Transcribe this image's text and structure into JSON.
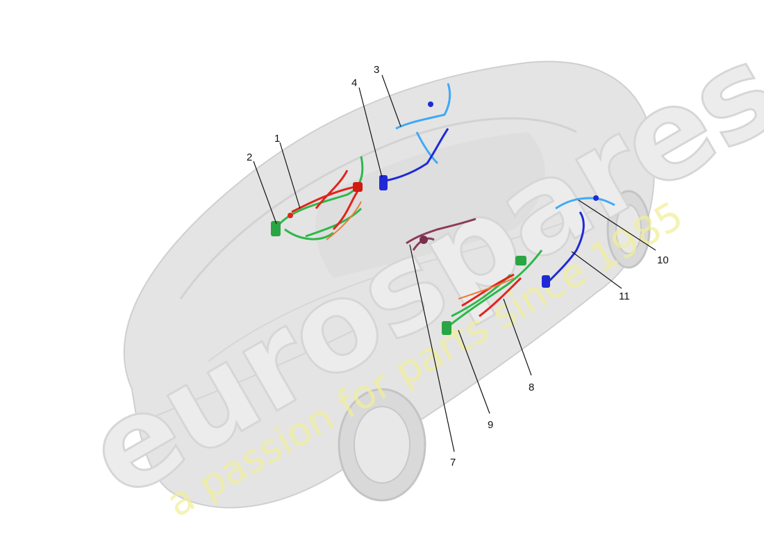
{
  "watermark": {
    "brand": "eurospares",
    "tagline": "a passion for parts since 1985"
  },
  "callouts": [
    {
      "id": "1",
      "label": "1"
    },
    {
      "id": "2",
      "label": "2"
    },
    {
      "id": "3",
      "label": "3"
    },
    {
      "id": "4",
      "label": "4"
    },
    {
      "id": "7",
      "label": "7"
    },
    {
      "id": "8",
      "label": "8"
    },
    {
      "id": "9",
      "label": "9"
    },
    {
      "id": "10",
      "label": "10"
    },
    {
      "id": "11",
      "label": "11"
    }
  ],
  "colors": {
    "car_body": "#e2e2e2",
    "car_outline": "#c9c9c9",
    "harness_green": "#2db84a",
    "harness_red": "#e2231a",
    "harness_orange": "#f07a3a",
    "harness_light_blue": "#3fa9f5",
    "harness_dark_blue": "#1f2ad6",
    "harness_maroon": "#8c3a5a",
    "watermark_text": "#ececec",
    "tagline_text": "#f1ef9a"
  }
}
